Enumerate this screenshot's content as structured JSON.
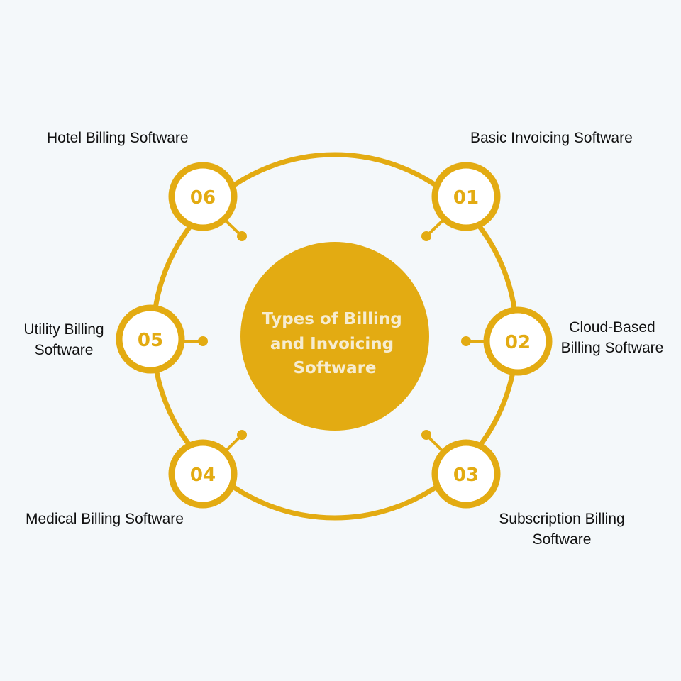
{
  "colors": {
    "accent": "#e3ab12",
    "background": "#f4f8fa",
    "node_fill": "#ffffff",
    "center_text": "#f6ecd0",
    "label_text": "#111111"
  },
  "center": {
    "title_lines": [
      "Types of Billing",
      "and Invoicing",
      "Software"
    ]
  },
  "items": [
    {
      "number": "01",
      "label_lines": [
        "Basic Invoicing Software"
      ]
    },
    {
      "number": "02",
      "label_lines": [
        "Cloud-Based",
        "Billing Software"
      ]
    },
    {
      "number": "03",
      "label_lines": [
        "Subscription Billing",
        "Software"
      ]
    },
    {
      "number": "04",
      "label_lines": [
        "Medical Billing Software"
      ]
    },
    {
      "number": "05",
      "label_lines": [
        "Utility Billing",
        "Software"
      ]
    },
    {
      "number": "06",
      "label_lines": [
        "Hotel Billing Software"
      ]
    }
  ]
}
